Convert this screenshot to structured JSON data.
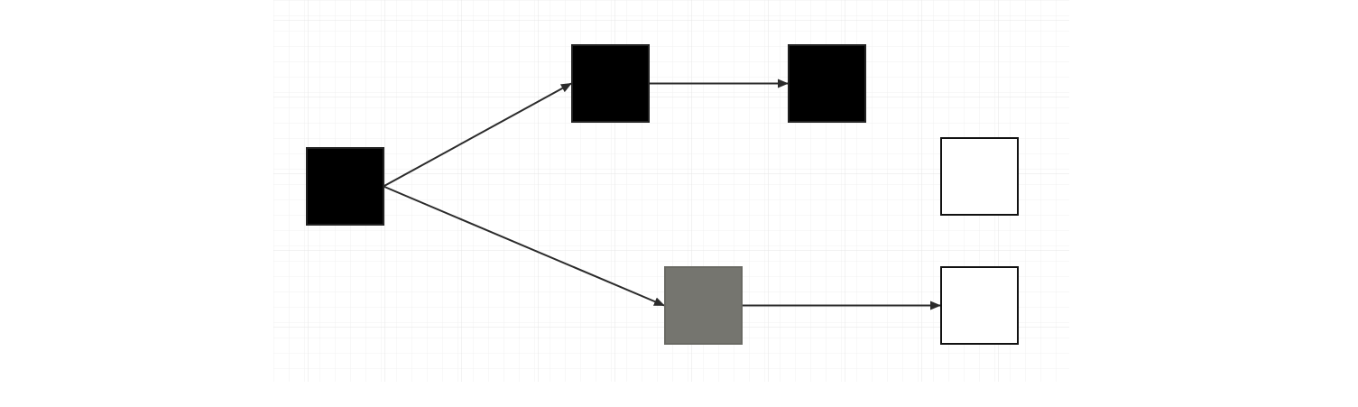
{
  "canvas": {
    "background": "#ffffff",
    "grid_minor_color": "#f0f0f0",
    "grid_major_color": "#e4e4e4",
    "grid": true
  },
  "nodes": [
    {
      "id": "node-a",
      "fill": "#000000",
      "stroke": "#222222"
    },
    {
      "id": "node-b",
      "fill": "#000000",
      "stroke": "#222222"
    },
    {
      "id": "node-c",
      "fill": "#000000",
      "stroke": "#222222"
    },
    {
      "id": "node-d",
      "fill": "#ffffff",
      "stroke": "#111111"
    },
    {
      "id": "node-e",
      "fill": "#75756f",
      "stroke": "#6a6a64"
    },
    {
      "id": "node-f",
      "fill": "#ffffff",
      "stroke": "#111111"
    }
  ],
  "edges": [
    {
      "from": "node-a",
      "to": "node-b",
      "color": "#2b2b2b"
    },
    {
      "from": "node-b",
      "to": "node-c",
      "color": "#2b2b2b"
    },
    {
      "from": "node-a",
      "to": "node-e",
      "color": "#2b2b2b"
    },
    {
      "from": "node-e",
      "to": "node-f",
      "color": "#2b2b2b"
    }
  ]
}
